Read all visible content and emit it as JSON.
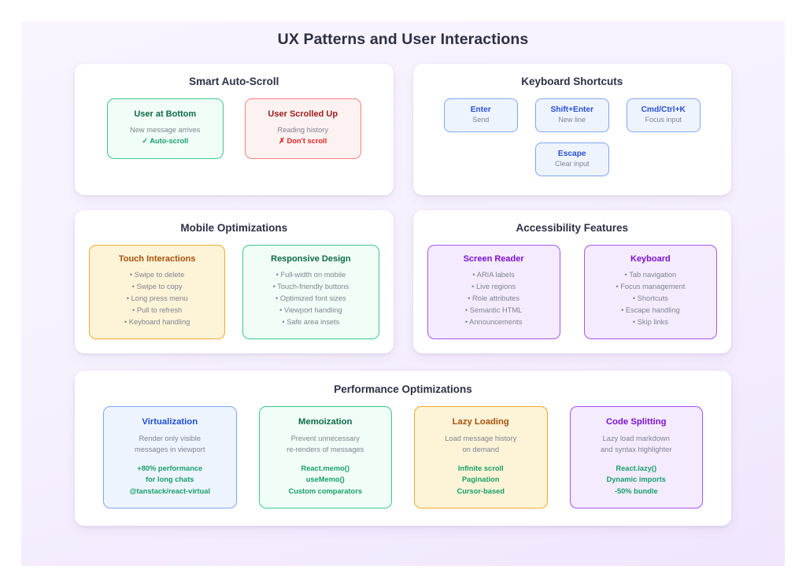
{
  "page": {
    "title": "UX Patterns and User Interactions",
    "bg_top": "#f9f4ff",
    "bg_bottom": "#f0e6fd",
    "title_color": "#2c3045"
  },
  "cards": {
    "auto_scroll": {
      "title": "Smart Auto-Scroll",
      "boxes": [
        {
          "title": "User at Bottom",
          "line": "New message arrives",
          "accent": "✓ Auto-scroll",
          "border": "#3cc98c",
          "bg": "#f1fdf7"
        },
        {
          "title": "User Scrolled Up",
          "line": "Reading history",
          "accent": "✗ Don't scroll",
          "border": "#f98080",
          "bg": "#fdf2f2"
        }
      ]
    },
    "keyboard_shortcuts": {
      "title": "Keyboard Shortcuts",
      "chips": [
        {
          "key": "Enter",
          "desc": "Send"
        },
        {
          "key": "Shift+Enter",
          "desc": "New line"
        },
        {
          "key": "Cmd/Ctrl+K",
          "desc": "Focus input"
        },
        {
          "key": "Escape",
          "desc": "Clear input"
        }
      ],
      "chip_border": "#7fa6f7",
      "chip_bg": "#eef4fe",
      "key_color": "#2b4fd8"
    },
    "mobile": {
      "title": "Mobile Optimizations",
      "boxes": [
        {
          "title": "Touch Interactions",
          "border": "#f3ab2b",
          "bg": "#fdf3d7",
          "items": [
            "• Swipe to delete",
            "• Swipe to copy",
            "• Long press menu",
            "• Pull to refresh",
            "• Keyboard handling"
          ]
        },
        {
          "title": "Responsive Design",
          "border": "#3cc98c",
          "bg": "#f1fdf7",
          "items": [
            "• Full-width on mobile",
            "• Touch-friendly buttons",
            "• Optimized font sizes",
            "• Viewport handling",
            "• Safe area insets"
          ]
        }
      ]
    },
    "accessibility": {
      "title": "Accessibility Features",
      "boxes": [
        {
          "title": "Screen Reader",
          "border": "#a855f7",
          "bg": "#f4ebfe",
          "items": [
            "• ARIA labels",
            "• Live regions",
            "• Role attributes",
            "• Semantic HTML",
            "• Announcements"
          ]
        },
        {
          "title": "Keyboard",
          "border": "#a855f7",
          "bg": "#f4ebfe",
          "items": [
            "• Tab navigation",
            "• Focus management",
            "• Shortcuts",
            "• Escape handling",
            "• Skip links"
          ]
        }
      ]
    },
    "performance": {
      "title": "Performance Optimizations",
      "panels": [
        {
          "title": "Virtualization",
          "desc": [
            "Render only visible",
            "messages in viewport"
          ],
          "metrics": [
            "+80% performance",
            "for long chats",
            "@tanstack/react-virtual"
          ],
          "border": "#7fa6f7",
          "bg": "#eef4fe",
          "title_color": "#1d4ed8",
          "metric_color": "#18a06a"
        },
        {
          "title": "Memoization",
          "desc": [
            "Prevent unnecessary",
            "re-renders of messages"
          ],
          "metrics": [
            "React.memo()",
            "useMemo()",
            "Custom comparators"
          ],
          "border": "#3cc98c",
          "bg": "#f1fdf7",
          "title_color": "#0d6b46",
          "metric_color": "#18a06a"
        },
        {
          "title": "Lazy Loading",
          "desc": [
            "Load message history",
            "on demand"
          ],
          "metrics": [
            "Infinite scroll",
            "Pagination",
            "Cursor-based"
          ],
          "border": "#f3ab2b",
          "bg": "#fdf3d7",
          "title_color": "#a8510b",
          "metric_color": "#18a06a"
        },
        {
          "title": "Code Splitting",
          "desc": [
            "Lazy load markdown",
            "and syntax highlighter"
          ],
          "metrics": [
            "React.lazy()",
            "Dynamic imports",
            "-50% bundle"
          ],
          "border": "#a855f7",
          "bg": "#f4ebfe",
          "title_color": "#7c11d0",
          "metric_color": "#18a06a"
        }
      ]
    }
  }
}
